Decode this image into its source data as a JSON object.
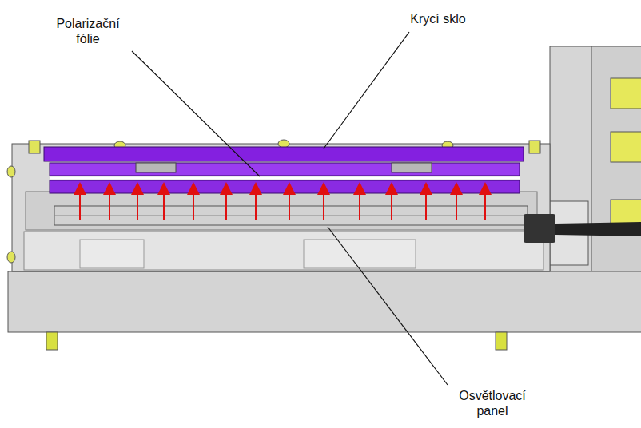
{
  "diagram": {
    "labels": [
      "Polarizační fólie",
      "Krycí sklo",
      "Osvětlovací panel"
    ]
  }
}
